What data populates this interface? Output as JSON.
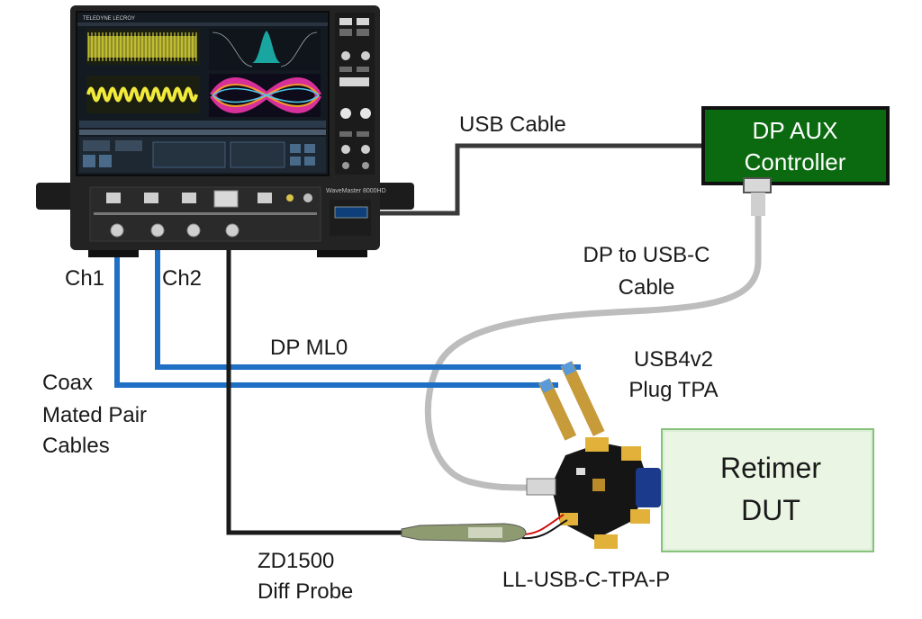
{
  "oscilloscope": {
    "brand_text": "TELEDYNE LECROY",
    "model_text": "WaveMaster 8000HD"
  },
  "labels": {
    "ch1": "Ch1",
    "ch2": "Ch2",
    "usb_cable": "USB  Cable",
    "dp_to_usbc_line1": "DP to USB-C",
    "dp_to_usbc_line2": "Cable",
    "dp_ml0": "DP ML0",
    "usb4v2_line1": "USB4v2",
    "usb4v2_line2": "Plug TPA",
    "coax_line1": "Coax",
    "coax_line2": "Mated Pair",
    "coax_line3": "Cables",
    "zd1500_line1": "ZD1500",
    "zd1500_line2": "Diff Probe",
    "tpa_part": "LL-USB-C-TPA-P"
  },
  "dp_aux_controller": {
    "line1": "DP AUX",
    "line2": "Controller"
  },
  "retimer_dut": {
    "line1": "Retimer",
    "line2": "DUT"
  },
  "colors": {
    "coax_cable": "#1f6fc5",
    "usb_cable": "#3a3a3a",
    "dp_usbc_cable": "#bdbdbd",
    "probe_cable": "#1a1a1a",
    "dp_aux_fill": "#0b6a10",
    "dut_fill": "#eaf5e3",
    "dut_border": "#86c27a"
  }
}
